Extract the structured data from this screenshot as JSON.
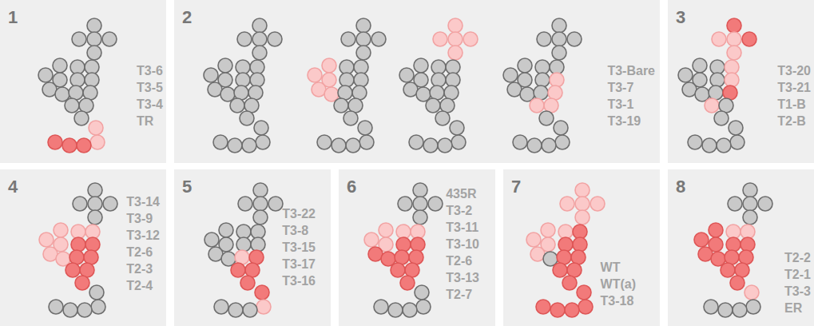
{
  "diagram": {
    "nodes": [
      {
        "text": [
          "1",
          "T3-6",
          "T3-5",
          "T3-4",
          "TR"
        ]
      },
      {
        "text": [
          "2",
          "T3-Bare",
          "T3-7",
          "T3-1",
          "T3-19"
        ]
      },
      {
        "text": [
          "3",
          "T3-20",
          "T3-21",
          "T1-B",
          "T2-B"
        ]
      },
      {
        "text": [
          "4",
          "T3-14",
          "T3-9",
          "T3-12",
          "T2-6",
          "T2-3",
          "T2-4"
        ]
      },
      {
        "text": [
          "5",
          "T3-22",
          "T3-8",
          "T3-15",
          "T3-17",
          "T3-16"
        ]
      },
      {
        "text": [
          "6",
          "435R",
          "T3-2",
          "T3-11",
          "T3-10",
          "T2-6",
          "T3-13",
          "T2-7"
        ]
      },
      {
        "text": [
          "7",
          "WT",
          "WT(a)",
          "T3-18"
        ]
      },
      {
        "text": [
          "8",
          "T2-2",
          "T2-1",
          "T3-3",
          "ER"
        ]
      }
    ]
  }
}
